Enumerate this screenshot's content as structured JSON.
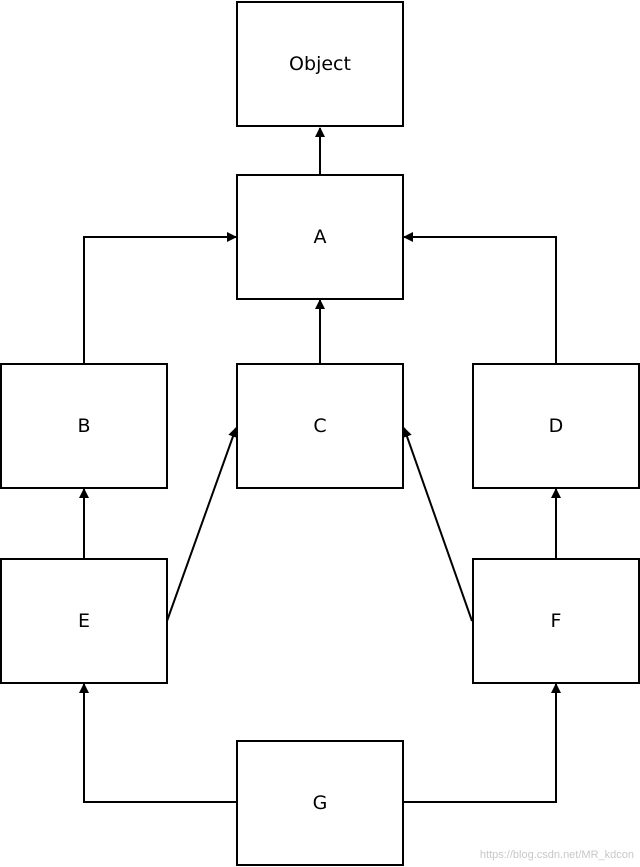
{
  "nodes": {
    "object": {
      "label": "Object"
    },
    "a": {
      "label": "A"
    },
    "b": {
      "label": "B"
    },
    "c": {
      "label": "C"
    },
    "d": {
      "label": "D"
    },
    "e": {
      "label": "E"
    },
    "f": {
      "label": "F"
    },
    "g": {
      "label": "G"
    }
  },
  "edges": [
    {
      "from": "A",
      "to": "Object"
    },
    {
      "from": "B",
      "to": "A"
    },
    {
      "from": "C",
      "to": "A"
    },
    {
      "from": "D",
      "to": "A"
    },
    {
      "from": "E",
      "to": "B"
    },
    {
      "from": "E",
      "to": "C"
    },
    {
      "from": "F",
      "to": "C"
    },
    {
      "from": "F",
      "to": "D"
    },
    {
      "from": "G",
      "to": "E"
    },
    {
      "from": "G",
      "to": "F"
    }
  ],
  "watermark": "https://blog.csdn.net/MR_kdcon",
  "colors": {
    "stroke": "#000000",
    "background": "#ffffff",
    "watermark": "#c8c8c8"
  }
}
